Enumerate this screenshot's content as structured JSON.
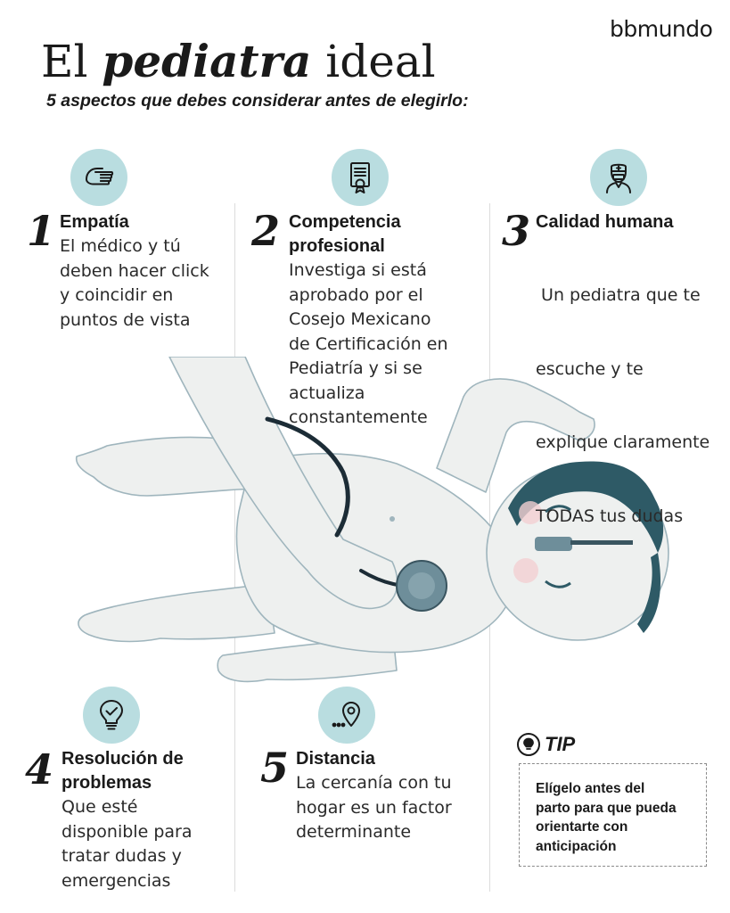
{
  "brand": "bbmundo",
  "title": {
    "part1": "El",
    "emphasis": "pediatra",
    "part2": "ideal"
  },
  "subtitle": "5 aspectos que debes considerar antes de elegirlo:",
  "aspects": [
    {
      "number": "1",
      "title": "Empatía",
      "body": [
        "El médico y tú",
        "deben hacer click",
        "y coincidir en",
        "puntos de vista"
      ],
      "icon": "hand-icon"
    },
    {
      "number": "2",
      "title": [
        "Competencia",
        "profesional"
      ],
      "body": [
        "Investiga si está",
        "aprobado por el",
        "Cosejo Mexicano",
        "de Certificación en",
        "Pediatría y si se",
        "actualiza",
        "constantemente"
      ],
      "icon": "certificate-icon"
    },
    {
      "number": "3",
      "title": "Calidad humana",
      "body": [
        " Un pediatra que te",
        "escuche y te",
        "explique claramente",
        "TODAS tus dudas"
      ],
      "icon": "doctor-icon"
    },
    {
      "number": "4",
      "title": [
        "Resolución de",
        "problemas"
      ],
      "body": [
        "Que esté",
        "disponible para",
        "tratar dudas y",
        "emergencias"
      ],
      "icon": "lightbulb-check-icon"
    },
    {
      "number": "5",
      "title": "Distancia",
      "body": [
        "La cercanía con tu",
        "hogar es un factor",
        "determinante"
      ],
      "icon": "location-pin-icon"
    }
  ],
  "tip": {
    "label": "TIP",
    "text": [
      "Elígelo antes del",
      "parto para que pueda",
      "orientarte con",
      "anticipación"
    ],
    "icon": "lightbulb-icon"
  },
  "colors": {
    "icon_circle": "#b9dde0",
    "accent_hair": "#2e5a66",
    "skin": "#eef0ef",
    "outline": "#9fb5bd"
  }
}
